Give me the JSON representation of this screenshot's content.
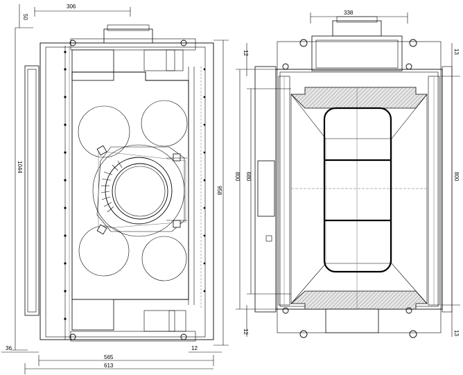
{
  "dimensions": {
    "left": {
      "top_width": "306",
      "top_offset": "50",
      "height_total": "1044",
      "height_inner": "958",
      "bottom_inner": "565",
      "bottom_total": "613",
      "bottom_left_offset": "36",
      "bottom_right_offset": "12"
    },
    "right": {
      "top_width": "338",
      "top_left": "12",
      "top_right": "13",
      "bottom_left": "12",
      "bottom_right": "13",
      "left_outer_height": "800",
      "left_inner_height": "680",
      "right_height": "800"
    }
  }
}
